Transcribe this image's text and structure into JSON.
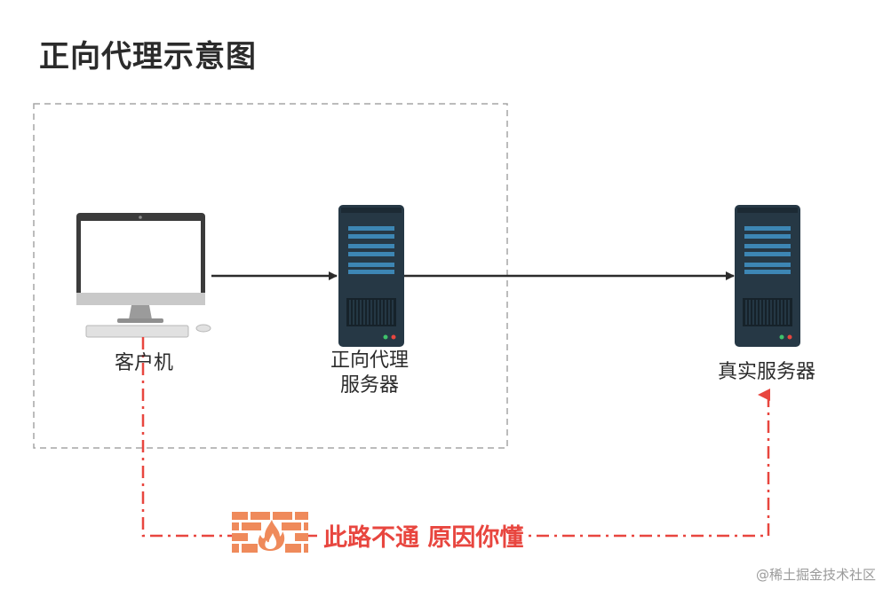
{
  "title": "正向代理示意图",
  "nodes": {
    "client": {
      "label": "客户机",
      "icon": "desktop-computer-icon"
    },
    "proxy": {
      "label_line1": "正向代理",
      "label_line2": "服务器",
      "icon": "server-icon"
    },
    "real_server": {
      "label": "真实服务器",
      "icon": "server-icon"
    }
  },
  "blocked_path": {
    "text": "此路不通 原因你懂",
    "icon": "firewall-icon",
    "color": "#e8463f"
  },
  "watermark": "@稀土掘金技术社区",
  "colors": {
    "server_body": "#263845",
    "server_bar": "#3d86b4",
    "arrow": "#2b2b2b",
    "firewall": "#ef8a5b",
    "dashed_box": "#a6a6a6"
  }
}
